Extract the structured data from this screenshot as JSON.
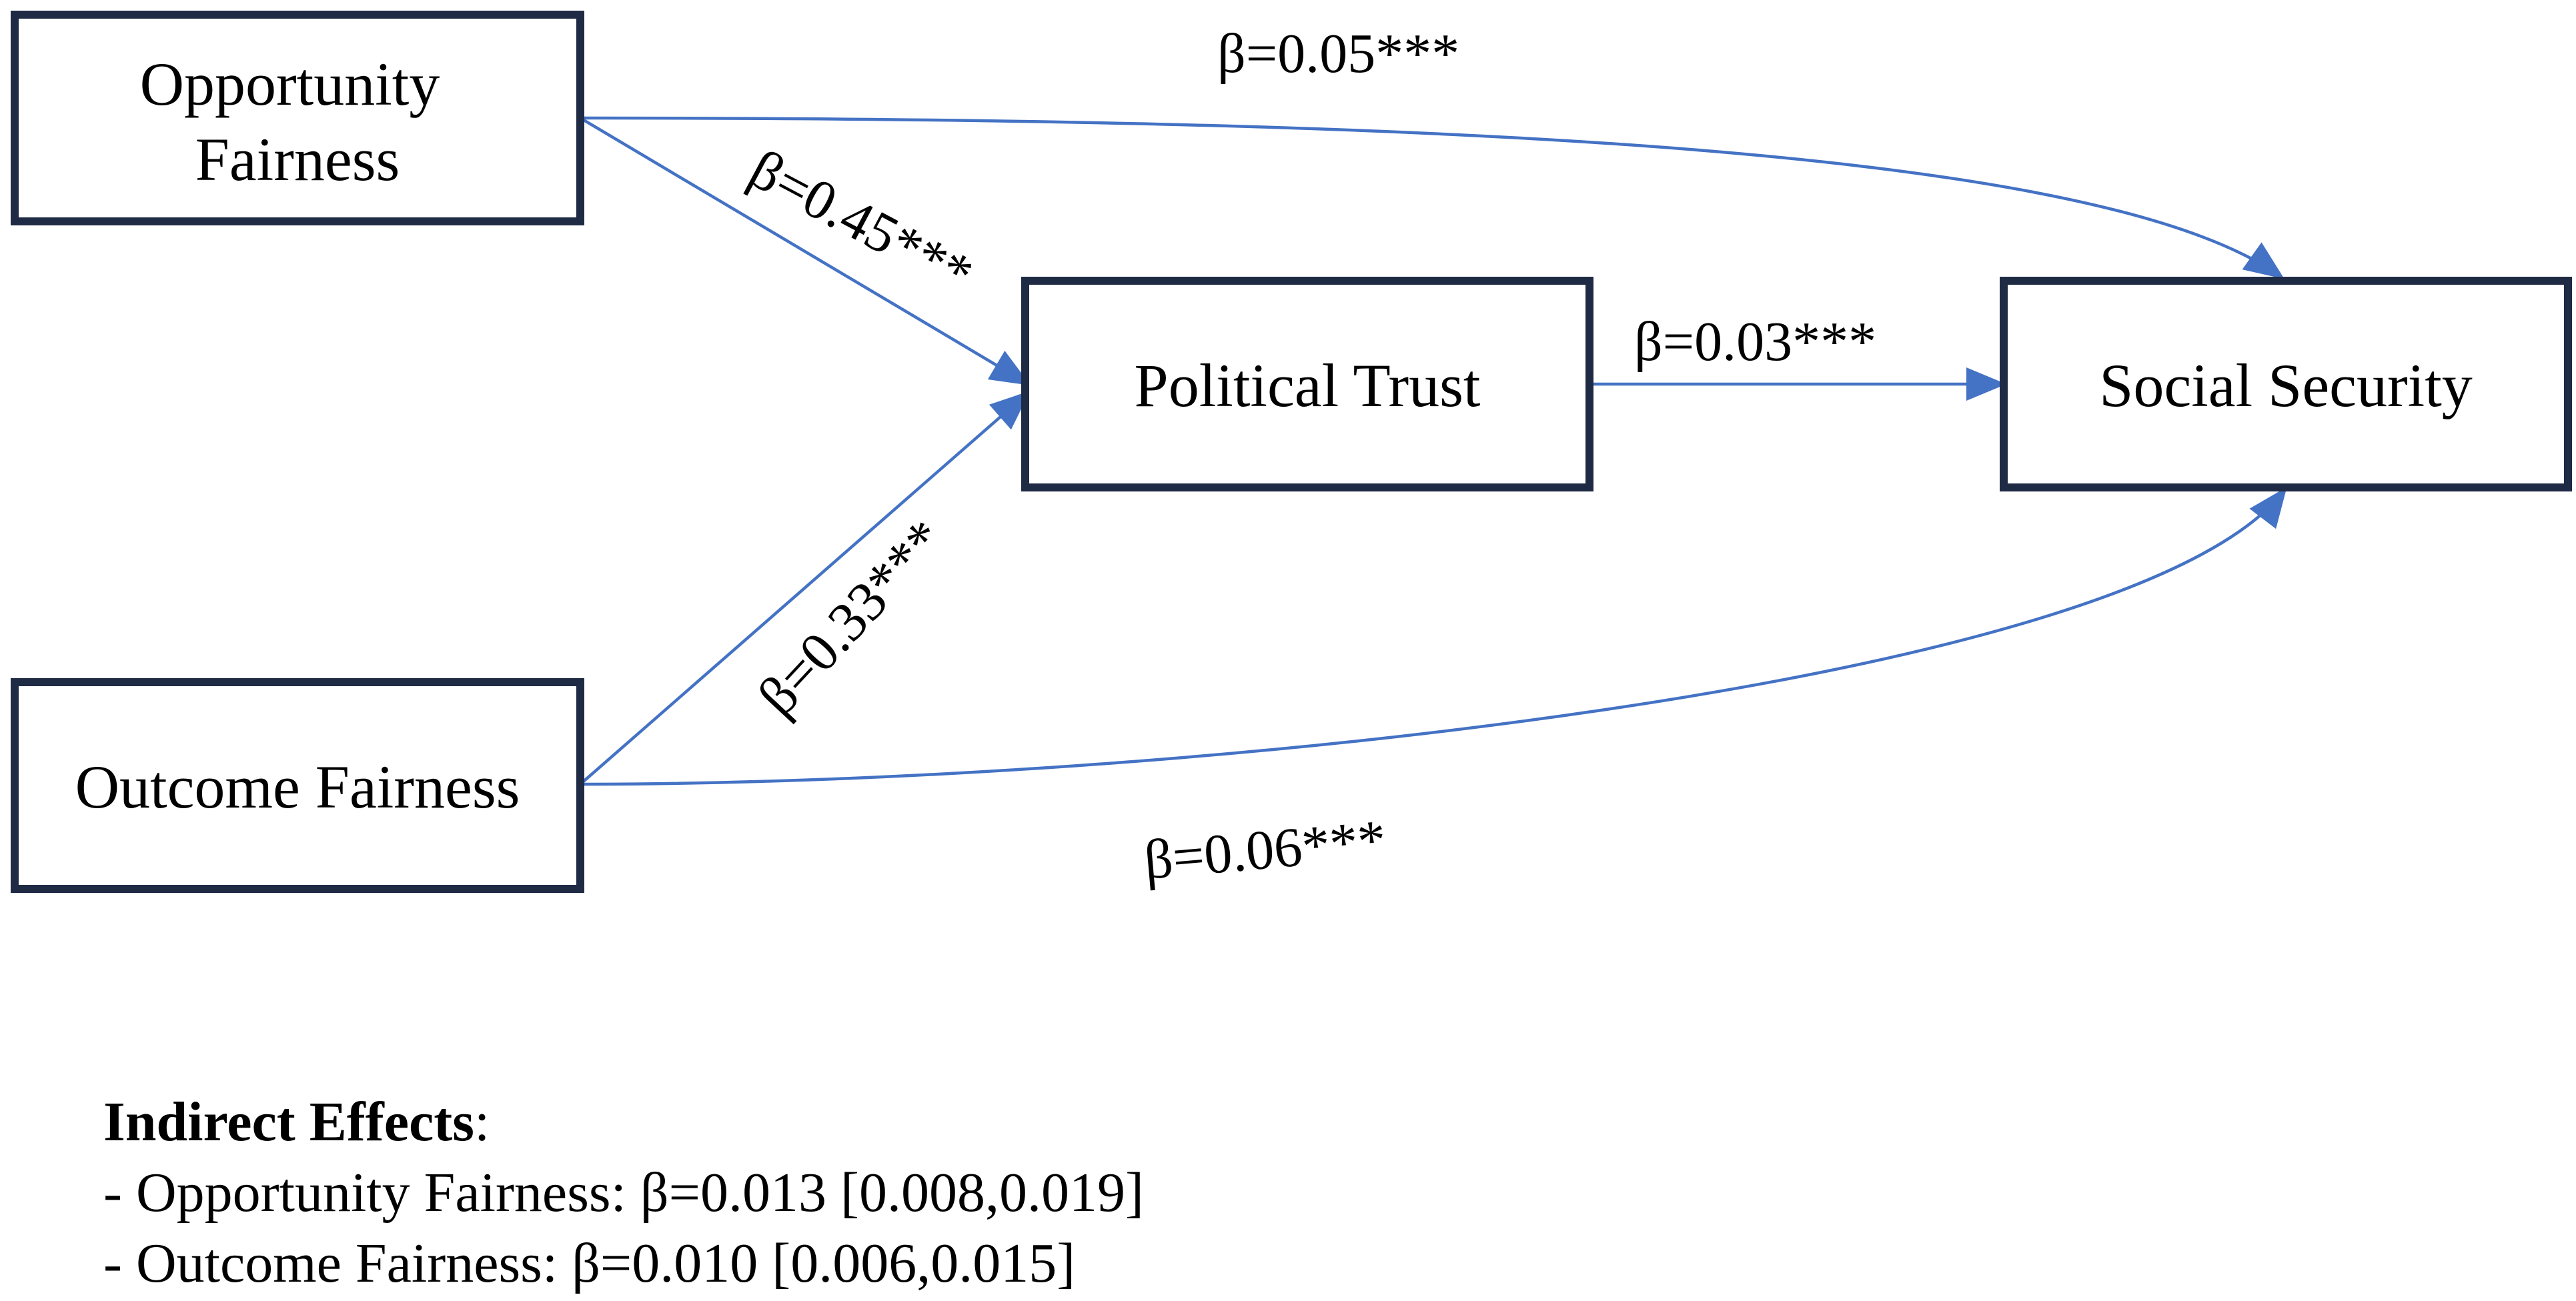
{
  "colors": {
    "box_border": "#1f2a44",
    "arrow": "#4472c4",
    "text": "#000000",
    "background": "#ffffff"
  },
  "nodes": {
    "opportunity_fairness": [
      "Opportunity",
      "Fairness"
    ],
    "outcome_fairness": [
      "Outcome Fairness"
    ],
    "political_trust": [
      "Political Trust"
    ],
    "social_security": [
      "Social Security"
    ]
  },
  "edges": {
    "opportunity_to_social_security": "β=0.05***",
    "opportunity_to_political_trust": "β=0.45***",
    "political_trust_to_social_security": "β=0.03***",
    "outcome_to_political_trust": "β=0.33***",
    "outcome_to_social_security": "β=0.06***"
  },
  "indirect_effects": {
    "heading": "Indirect Effects",
    "heading_suffix": ":",
    "items": [
      "- Opportunity Fairness: β=0.013 [0.008,0.019]",
      "- Outcome Fairness: β=0.010 [0.006,0.015]"
    ]
  }
}
